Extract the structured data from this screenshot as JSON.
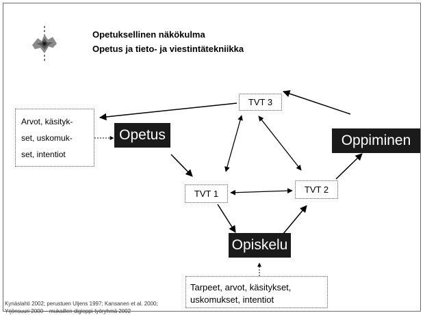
{
  "title": {
    "line1": "Opetuksellinen näkökulma",
    "line2": "Opetus ja tieto- ja viestintätekniikka"
  },
  "nodes": {
    "opetus": "Opetus",
    "oppiminen": "Oppiminen",
    "opiskelu": "Opiskelu",
    "tvt1": "TVT 1",
    "tvt2": "TVT 2",
    "tvt3": "TVT 3"
  },
  "values_box": {
    "lines": [
      "Arvot, käsityk-",
      "set, uskomuk-",
      "set, intentiot"
    ]
  },
  "needs_box": {
    "lines": [
      "Tarpeet, arvot, käsitykset,",
      "uskomukset, intentiot"
    ]
  },
  "citation": {
    "line1": "Kynäslahti 2002; perustuen Uljens 1997;  Kansanen et al. 2000;",
    "line2": "Yrjönsuuri 2000 – mukaillen digioppi-työryhmä 2002"
  },
  "colors": {
    "dark_box": "#1a1a1a",
    "frame": "#6a6a6a"
  },
  "icons": {
    "logo": "university-seal-icon"
  }
}
